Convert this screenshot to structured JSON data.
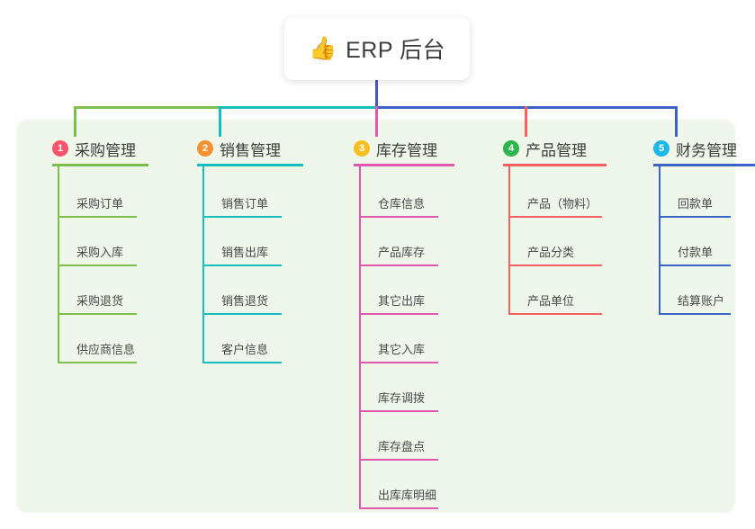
{
  "root": {
    "icon": "thumbs-up-icon",
    "emoji": "👍",
    "title": "ERP 后台"
  },
  "colors": {
    "panel_bg": "#eef7e9",
    "root_text": "#3d3d3d",
    "stem_blue": "#4a56c0",
    "branch1": "#7dbf4c",
    "branch2": "#16bfbf",
    "branch3": "#e556ae",
    "branch4": "#f9615f",
    "branch5": "#3a63c8",
    "badge1": "#f5556a",
    "badge2": "#f69031",
    "badge3": "#f8bf22",
    "badge4": "#2bb54a",
    "badge5": "#1eb8e8"
  },
  "branches": [
    {
      "number": "1",
      "label": "采购管理",
      "badge_color": "#f5556a",
      "line_color": "#7dbf4c",
      "head_width": 107,
      "leaf_width": 88,
      "items": [
        "采购订单",
        "采购入库",
        "采购退货",
        "供应商信息"
      ]
    },
    {
      "number": "2",
      "label": "销售管理",
      "badge_color": "#f69031",
      "line_color": "#16bfbf",
      "head_width": 118,
      "leaf_width": 88,
      "items": [
        "销售订单",
        "销售出库",
        "销售退货",
        "客户信息"
      ]
    },
    {
      "number": "3",
      "label": "库存管理",
      "badge_color": "#f8bf22",
      "line_color": "#e556ae",
      "head_width": 112,
      "leaf_width": 88,
      "items": [
        "仓库信息",
        "产品库存",
        "其它出库",
        "其它入库",
        "库存调拨",
        "库存盘点",
        "出库库明细"
      ]
    },
    {
      "number": "4",
      "label": "产品管理",
      "badge_color": "#2bb54a",
      "line_color": "#f9615f",
      "head_width": 115,
      "leaf_width": 104,
      "items": [
        "产品（物料）",
        "产品分类",
        "产品单位"
      ]
    },
    {
      "number": "5",
      "label": "财务管理",
      "badge_color": "#1eb8e8",
      "line_color": "#3a63c8",
      "head_width": 113,
      "leaf_width": 80,
      "items": [
        "回款单",
        "付款单",
        "结算账户"
      ]
    }
  ]
}
